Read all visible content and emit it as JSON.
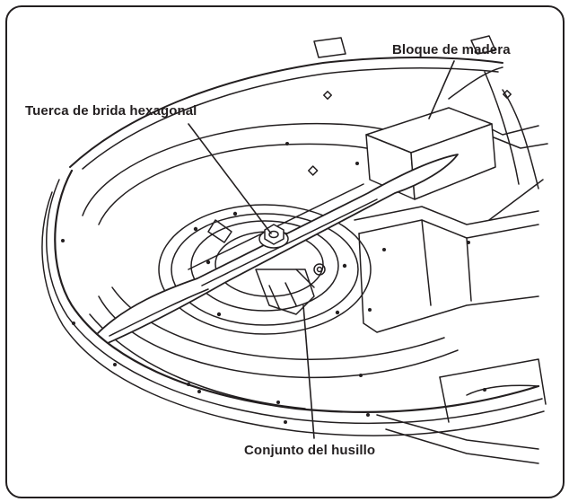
{
  "labels": {
    "wood_block": "Bloque de madera",
    "hex_flange_nut": "Tuerca de brida hexagonal",
    "spindle_assembly": "Conjunto del husillo"
  },
  "colors": {
    "line": "#231f20",
    "background": "#ffffff"
  }
}
